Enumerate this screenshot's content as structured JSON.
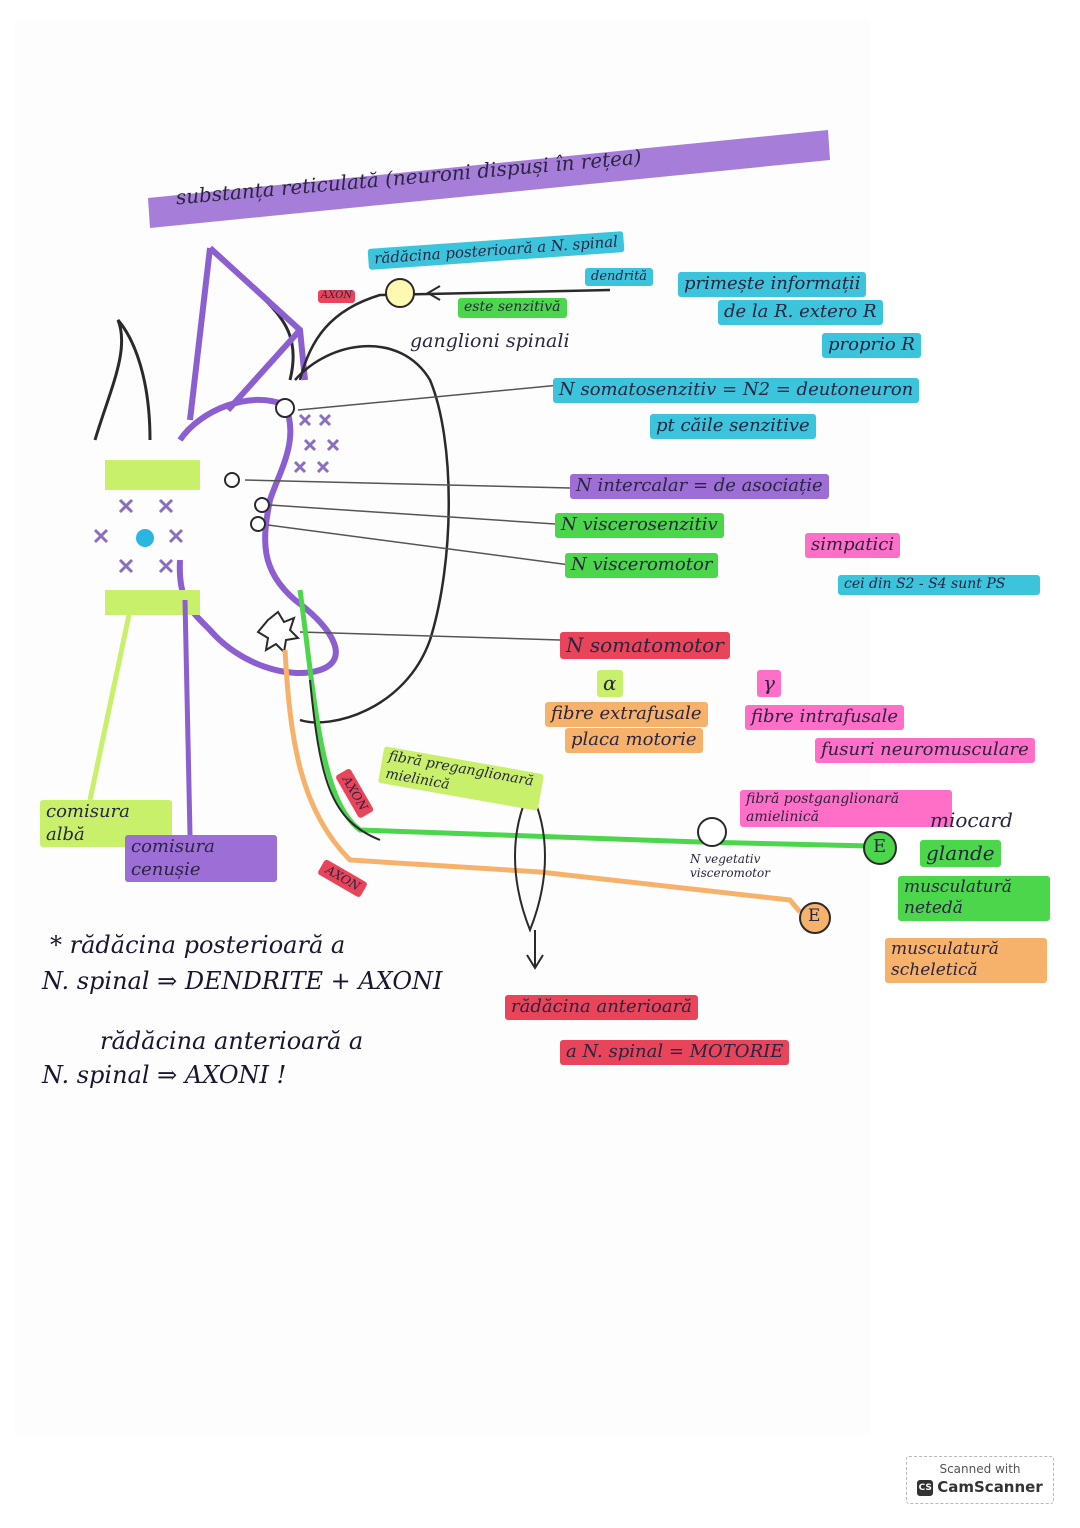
{
  "title_label": "substanța reticulată (neuroni dispuși în rețea)",
  "labels": {
    "posterior_root": "rădăcina posterioară a N. spinal",
    "dendrite": "dendrită",
    "sensitive": "este senzitivă",
    "receives_info": "primește informații",
    "from_receptors": "de la R. extero R",
    "proprio": "proprio R",
    "axon_top": "AXON",
    "ganglion": "ganglioni spinali",
    "somatosensitive": "N somatosenzitiv = N2 = deutoneuron",
    "sensitive_paths": "pt căile senzitive",
    "intercalar": "N intercalar = de asociație",
    "viscerosensitive": "N viscerosenzitiv",
    "visceromotor": "N visceromotor",
    "sympathetic": "simpatici",
    "ps_note": "cei din S2 - S4 sunt PS",
    "somatomotor": "N somatomotor",
    "alpha": "α",
    "gamma": "γ",
    "extrafusal": "fibre extrafusale",
    "motor_plate": "placa motorie",
    "intrafusal": "fibre intrafusale",
    "neuromuscular_spindles": "fusuri neuromusculare",
    "preganglionic": "fibră preganglionară mielinică",
    "axon_mid": "AXON",
    "axon_low": "AXON",
    "postganglionic": "fibră postganglionară amielinică",
    "visceral_neuron": "N vegetativ visceromotor",
    "effector_1": "E",
    "effector_2": "E",
    "myocardium": "miocard",
    "glands": "glande",
    "smooth_muscle": "musculatură netedă",
    "skeletal_muscle": "musculatură scheletică",
    "white_commissure": "comisura albă",
    "gray_commissure": "comisura cenușie",
    "anterior_root": "rădăcina anterioară",
    "anterior_root_2": "a N. spinal = MOTORIE"
  },
  "notes": {
    "line1": "* rădăcina posterioară a",
    "line2": "N. spinal ⇒ DENDRITE + AXONI",
    "line3": "rădăcina anterioară a",
    "line4": "N. spinal ⇒ AXONI !"
  },
  "badge": {
    "scanned_with": "Scanned with",
    "app": "CamScanner",
    "logo": "CS"
  },
  "colors": {
    "purple": "#9d6fd6",
    "cyan": "#3cc4dc",
    "green": "#4cd64c",
    "lime": "#c8f06a",
    "pink": "#ff6fc8",
    "red": "#e8445a",
    "orange": "#f6b26b",
    "ink": "#2a2540"
  }
}
